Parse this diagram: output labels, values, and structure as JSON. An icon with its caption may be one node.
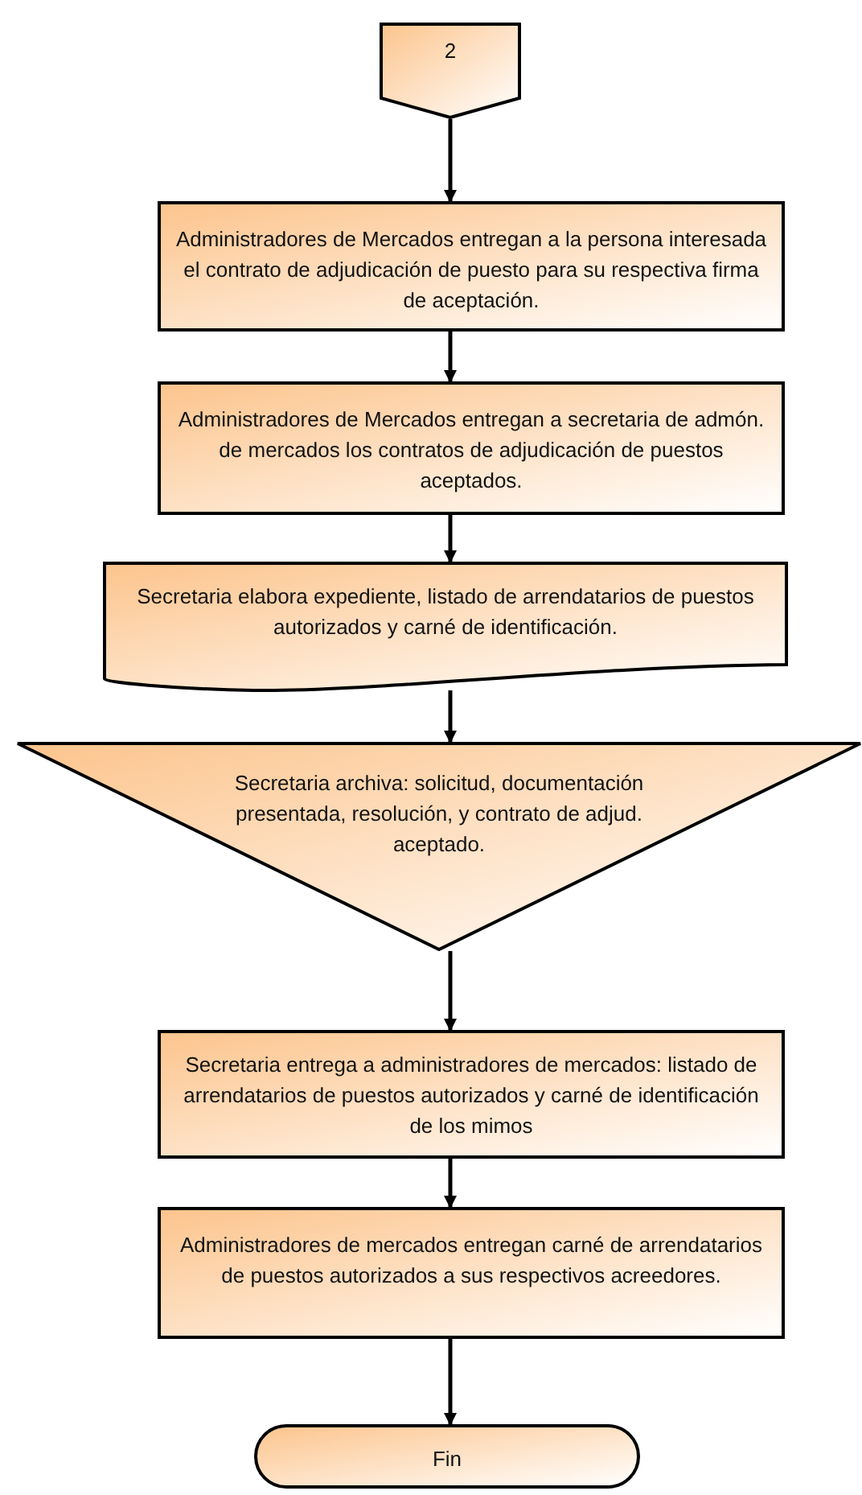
{
  "diagram": {
    "nodes": [
      {
        "text": [
          "2"
        ]
      },
      {
        "text": [
          "Administradores de Mercados entregan a la persona interesada el contrato de adjudicación de puesto para su respectiva firma de aceptación."
        ]
      },
      {
        "text": [
          "Administradores de Mercados entregan a secretaria de admón. de mercados los contratos de adjudicación de puestos aceptados."
        ]
      },
      {
        "text": [
          "Secretaria elabora expediente, listado de arrendatarios de puestos autorizados y carné de identificación."
        ]
      },
      {
        "text": [
          "Secretaria archiva: solicitud, documentación presentada, resolución, y contrato de adjud. aceptado."
        ]
      },
      {
        "text": [
          "Secretaria entrega a administradores de mercados: listado de arrendatarios de puestos autorizados y carné de identificación de los mimos"
        ]
      },
      {
        "text": [
          "Administradores de mercados entregan carné de arrendatarios de puestos autorizados a sus respectivos acreedores."
        ]
      },
      {
        "text": [
          "Fin"
        ]
      }
    ],
    "edges": [
      {
        "from": 0,
        "to": 1,
        "arrow": "to"
      },
      {
        "from": 1,
        "to": 2,
        "arrow": "to"
      },
      {
        "from": 2,
        "to": 3,
        "arrow": "to"
      },
      {
        "from": 3,
        "to": 4,
        "arrow": "to"
      },
      {
        "from": 4,
        "to": 5,
        "arrow": "to"
      },
      {
        "from": 5,
        "to": 6,
        "arrow": "to"
      },
      {
        "from": 6,
        "to": 7,
        "arrow": "to"
      }
    ]
  }
}
